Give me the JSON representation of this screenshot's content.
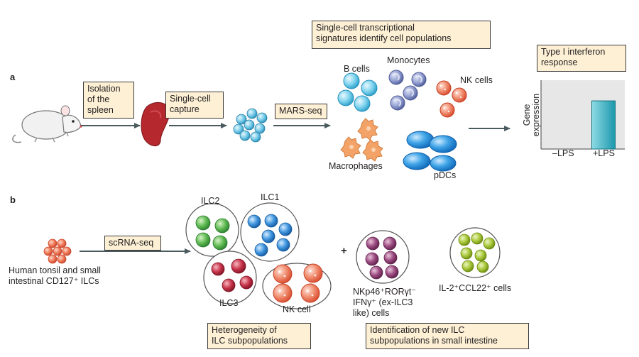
{
  "panel_a": {
    "letter": "a",
    "step_isolation": "Isolation\nof the\nspleen",
    "step_capture": "Single-cell\ncapture",
    "method": "MARS-seq",
    "signature_box": "Single-cell transcriptional\nsignatures identify cell populations",
    "cell_types": {
      "b_cells": "B cells",
      "monocytes": "Monocytes",
      "nk_cells": "NK cells",
      "macrophages": "Macrophages",
      "pdcs": "pDCs"
    },
    "interferon_box": "Type I interferon\nresponse",
    "chart": {
      "ylabel": "Gene\nexpression",
      "tick_minus": "–LPS",
      "tick_plus": "+LPS"
    }
  },
  "panel_b": {
    "letter": "b",
    "source_label": "Human tonsil and small\nintestinal CD127⁺ ILCs",
    "method": "scRNA-seq",
    "populations": {
      "ilc2": "ILC2",
      "ilc1": "ILC1",
      "ilc3": "ILC3",
      "nk_cell": "NK cell"
    },
    "plus_sign": "+",
    "new_pop_1": "NKp46⁺RORγt⁻\nIFNγ⁺ (ex-ILC3\nlike) cells",
    "new_pop_2": "IL-2⁺CCL22⁺ cells",
    "heterogeneity_box": "Heterogeneity of\nILC subpopulations",
    "identification_box": "Identification of new ILC\nsubpopulations in small intestine"
  },
  "chart_data": {
    "type": "bar",
    "categories": [
      "–LPS",
      "+LPS"
    ],
    "values": [
      0,
      0.7
    ],
    "title": "Type I interferon response",
    "xlabel": "",
    "ylabel": "Gene expression",
    "ylim": [
      0,
      1
    ]
  },
  "colors": {
    "box_fill": "#fdf0d5",
    "arrow": "#4a5a5e",
    "b_cell": "#5bc3e6",
    "monocyte": "#6f7fb8",
    "nk_cell": "#e8674a",
    "macrophage": "#f3a368",
    "pdc": "#1f8fd6",
    "ilc2": "#44a84a",
    "ilc1": "#2f7fd0",
    "ilc3": "#b0283a",
    "ex_ilc3": "#8a3a6a",
    "il2_cell": "#9dbd2a",
    "spleen": "#b5282e",
    "bar": "#3bb3c3"
  }
}
